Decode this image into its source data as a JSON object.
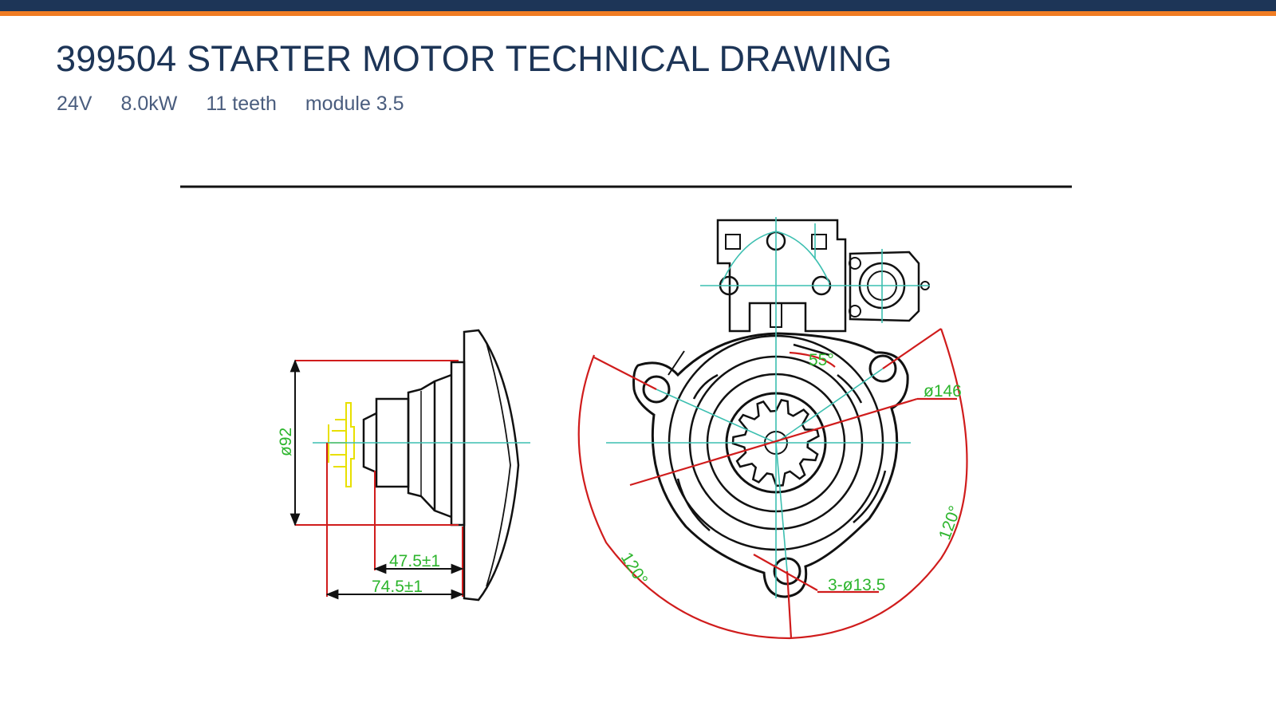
{
  "title": "399504 STARTER MOTOR TECHNICAL DRAWING",
  "specs": [
    "24V",
    "8.0kW",
    "11 teeth",
    "module 3.5"
  ],
  "dimensions": {
    "diameter_spigot": "ø92",
    "pinion_offset": "47.5±1",
    "flange_offset": "74.5±1",
    "bolt_circle_angle": "55°",
    "flange_diameter": "ø146",
    "angle_left": "120°",
    "angle_right": "120°",
    "mounting_holes": "3-ø13.5"
  },
  "colors": {
    "header_bar": "#1d3557",
    "accent_bar": "#f07c22",
    "dimension_text": "#2db52d",
    "dimension_line": "#d01c1c",
    "centerline": "#3cbfb0",
    "pinion_highlight": "#e8e000"
  }
}
